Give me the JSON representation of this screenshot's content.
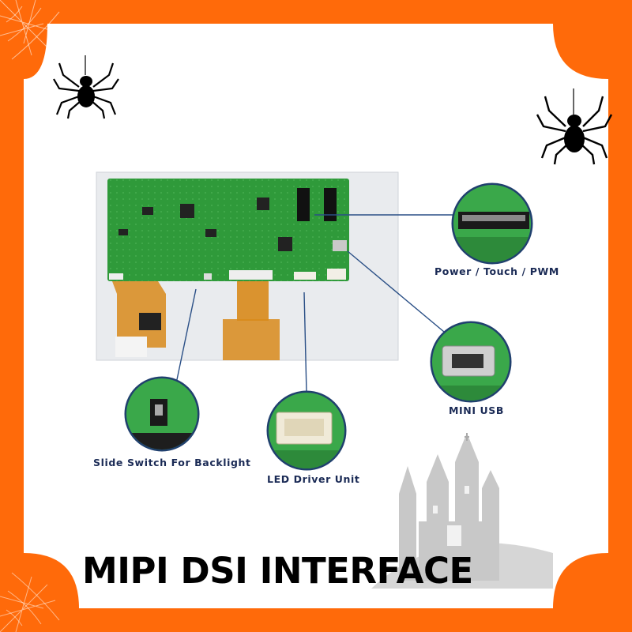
{
  "colors": {
    "frame": "#ff6a0a",
    "board": "#2f9a3a",
    "flex": "#d88a1a",
    "callout_line": "#2a4f86",
    "label_text": "#1a2a55",
    "castle": "#c8c8c8"
  },
  "callouts": {
    "power": "Power / Touch / PWM",
    "usb": "MINI USB",
    "slide": "Slide Switch For Backlight",
    "led": "LED Driver Unit"
  },
  "banner": {
    "title": "MIPI DSI INTERFACE"
  },
  "decor": {
    "icons": [
      "spider-icon",
      "spider-icon",
      "spiderweb-icon",
      "castle-icon"
    ]
  }
}
